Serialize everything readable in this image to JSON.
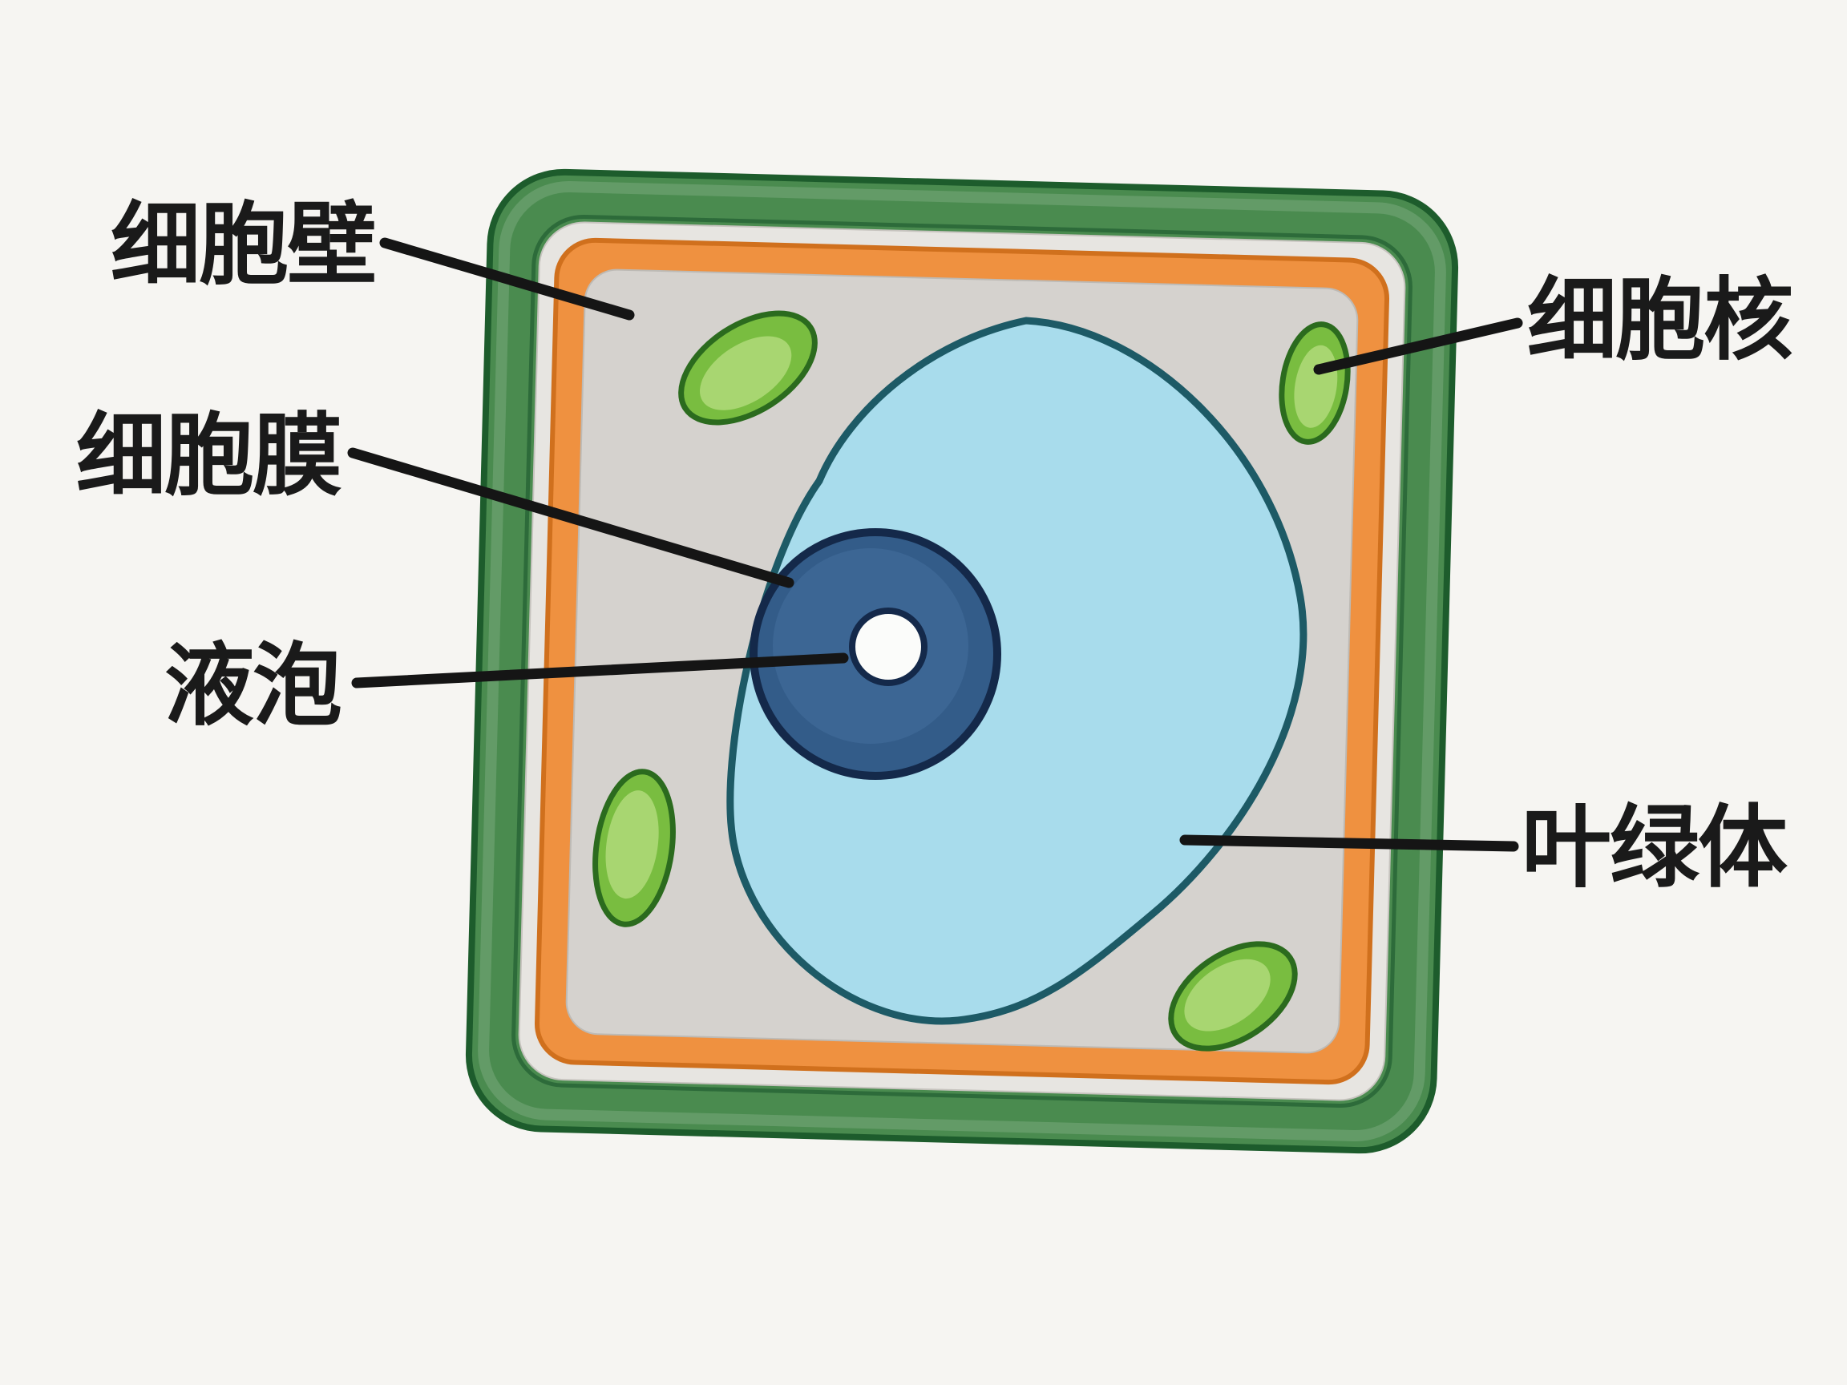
{
  "diagram": {
    "subject": "plant-cell",
    "labels": {
      "cell_wall": "细胞壁",
      "cell_membrane": "细胞膜",
      "vacuole": "液泡",
      "nucleus": "细胞核",
      "chloroplast": "叶绿体"
    }
  },
  "colors": {
    "background": "#f6f5f2",
    "ink": "#1a1a1a",
    "line": "#151515",
    "wall_fill": "#4a8b4f",
    "wall_stroke": "#1d5c2c",
    "wall_inner_edge": "#2d6b3a",
    "outer_band": "#e7e5e1",
    "membrane_fill": "#ef9140",
    "membrane_stroke": "#d0701d",
    "cytoplasm": "#d5d2ce",
    "cytoplasm_edge": "#bdbab5",
    "vacuole_fill": "#a8dcec",
    "vacuole_stroke": "#1d5a66",
    "nucleus_fill": "#335c89",
    "nucleus_inner": "#3c6694",
    "nucleus_stroke": "#14294a",
    "nucleolus_fill": "#fbfcfa",
    "chloroplast_fill": "#79bd40",
    "chloroplast_stroke": "#2b6b1e",
    "chloroplast_light": "#a8d671"
  }
}
